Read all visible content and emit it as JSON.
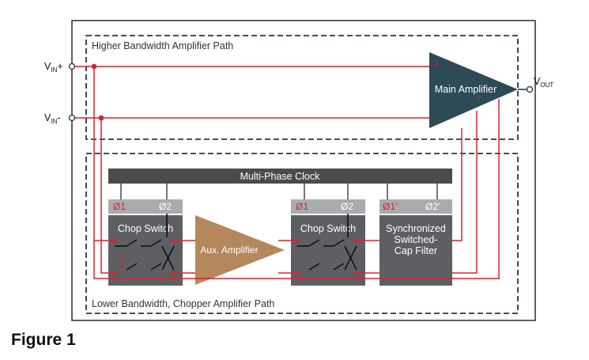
{
  "colors": {
    "signal_red": "#d8232a",
    "block_dark": "#5d5f63",
    "clock_bar": "#4a4b4e",
    "phase_strip": "#a9abae",
    "main_amp": "#2d4a57",
    "aux_amp": "#b4885c",
    "frame": "#2b2b2b",
    "dashed_border": "#1f3a4d"
  },
  "labels": {
    "vin_plus": {
      "base": "V",
      "sub": "IN",
      "suffix": "+"
    },
    "vin_minus": {
      "base": "V",
      "sub": "IN",
      "suffix": "-"
    },
    "vout": {
      "base": "V",
      "sub": "OUT"
    },
    "higher_path": "Higher Bandwidth Amplifier Path",
    "lower_path": "Lower Bandwidth, Chopper Amplifier Path",
    "main_amplifier": "Main Amplifier",
    "aux_amplifier": "Aux. Amplifier",
    "multi_phase_clock": "Multi-Phase Clock",
    "chop_switch_1": "Chop Switch",
    "chop_switch_2": "Chop Switch",
    "filter_line1": "Synchronized",
    "filter_line2": "Switched-",
    "filter_line3": "Cap Filter",
    "phase1_a": "Ø1",
    "phase2_a": "Ø2",
    "phase1_b": "Ø1",
    "phase2_b": "Ø2",
    "phase1p": "Ø1'",
    "phase2p": "Ø2'",
    "plus_sign": "+",
    "minus_sign": "-"
  },
  "caption": "Figure 1"
}
